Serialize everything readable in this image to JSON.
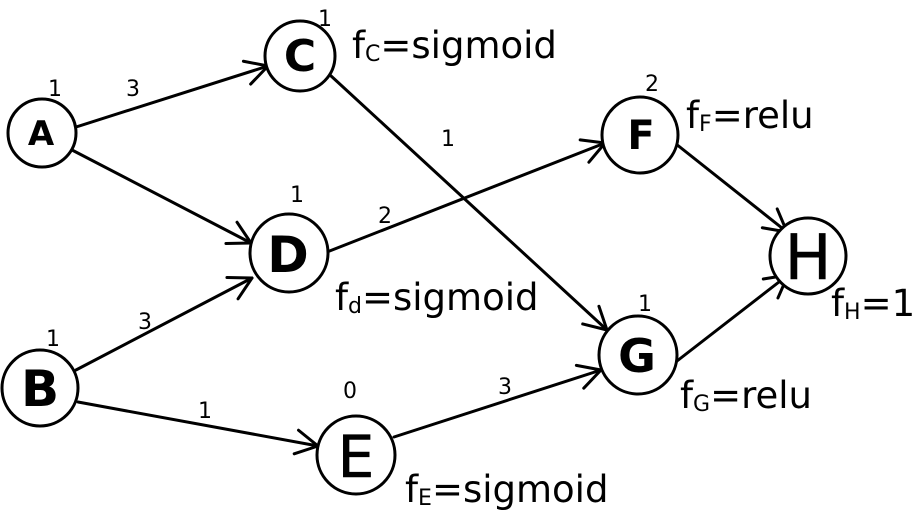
{
  "nodes": {
    "A": {
      "label": "A",
      "value": "1"
    },
    "B": {
      "label": "B",
      "value": "1"
    },
    "C": {
      "label": "C",
      "value": "1",
      "activation": {
        "f": "f",
        "sub": "C",
        "eq": "=sigmoid"
      }
    },
    "D": {
      "label": "D",
      "value": "1",
      "activation": {
        "f": "f",
        "sub": "d",
        "eq": "=sigmoid"
      }
    },
    "E": {
      "label": "E",
      "value": "0",
      "activation": {
        "f": "f",
        "sub": "E",
        "eq": "=sigmoid"
      }
    },
    "F": {
      "label": "F",
      "value": "2",
      "activation": {
        "f": "f",
        "sub": "F",
        "eq": "=relu"
      }
    },
    "G": {
      "label": "G",
      "value": "1",
      "activation": {
        "f": "f",
        "sub": "G",
        "eq": "=relu"
      }
    },
    "H": {
      "label": "H",
      "activation": {
        "f": "f",
        "sub": "H",
        "eq": "=1"
      }
    }
  },
  "edges": [
    {
      "from": "A",
      "to": "C",
      "weight": "3"
    },
    {
      "from": "A",
      "to": "D"
    },
    {
      "from": "B",
      "to": "D",
      "weight": "3"
    },
    {
      "from": "B",
      "to": "E",
      "weight": "1"
    },
    {
      "from": "C",
      "to": "G",
      "weight": "1"
    },
    {
      "from": "D",
      "to": "F",
      "weight": "2"
    },
    {
      "from": "E",
      "to": "G",
      "weight": "3"
    },
    {
      "from": "F",
      "to": "H"
    },
    {
      "from": "G",
      "to": "H"
    }
  ],
  "colors": {
    "ink": "#000000",
    "background": "#ffffff"
  }
}
